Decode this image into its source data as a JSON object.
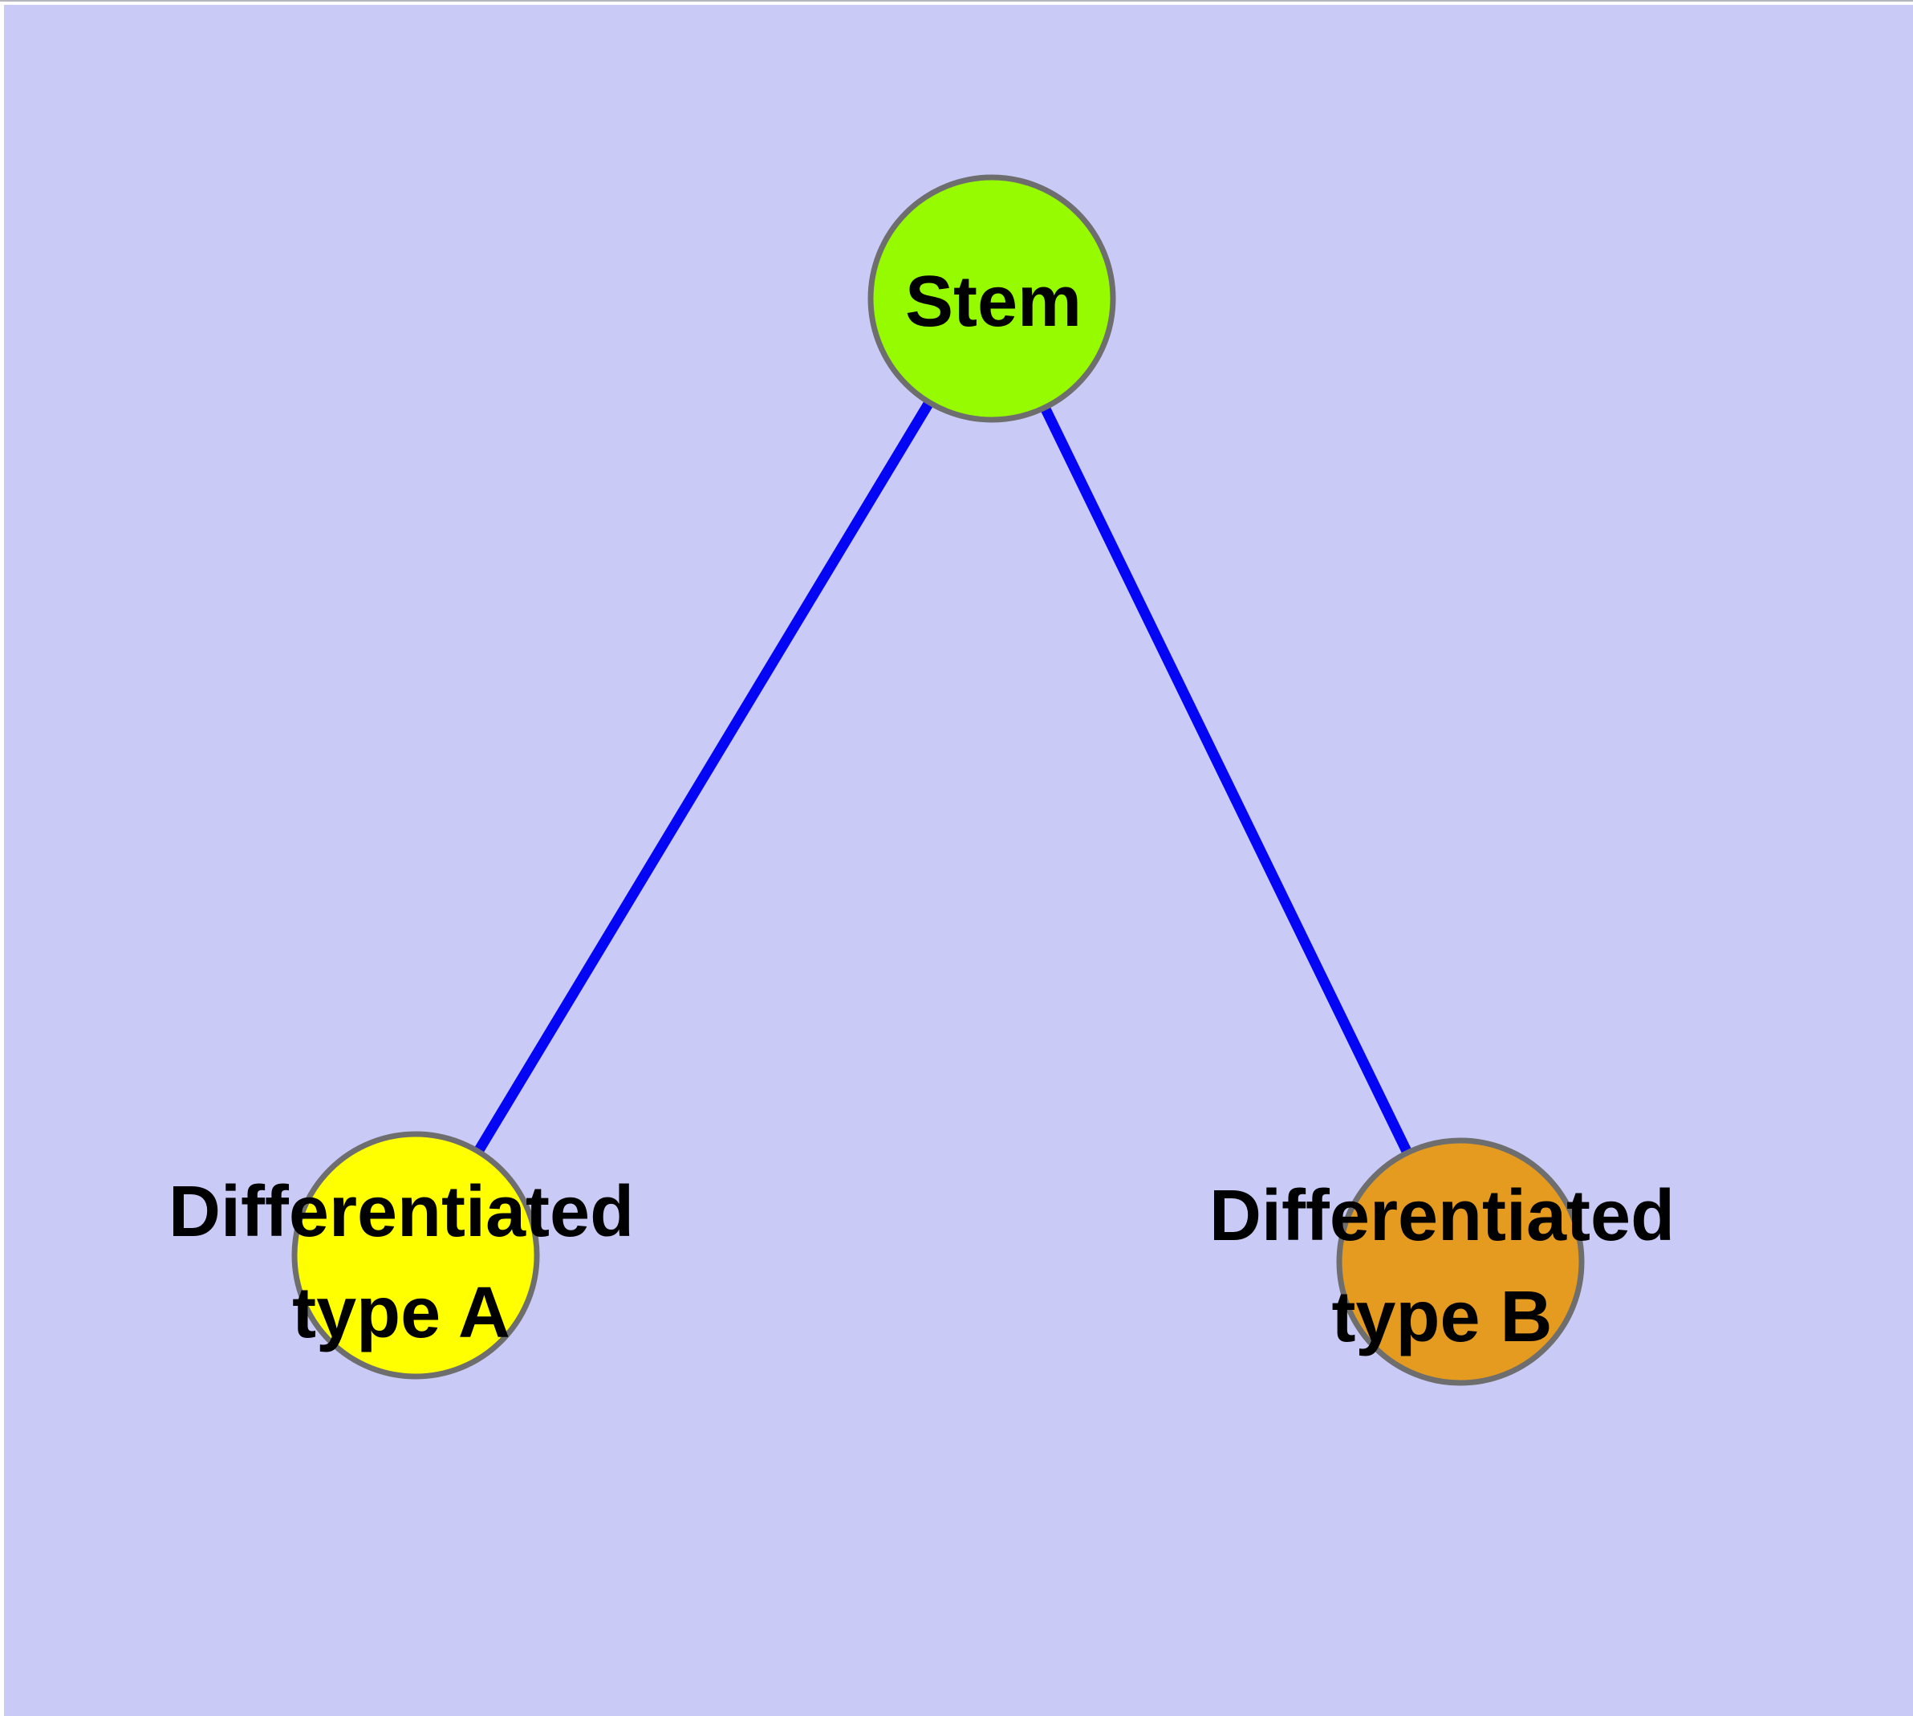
{
  "diagram": {
    "type": "node-link-graph",
    "nodes": [
      {
        "id": "stem",
        "label": "Stem",
        "color": "#97fb00"
      },
      {
        "id": "differentiated-type-a",
        "label": "Differentiated\ntype A",
        "color": "#ffff00"
      },
      {
        "id": "differentiated-type-b",
        "label": "Differentiated\ntype B",
        "color": "#e49b20"
      }
    ],
    "edges": [
      {
        "from": "stem",
        "to": "differentiated-type-a",
        "color": "#0505f5"
      },
      {
        "from": "stem",
        "to": "differentiated-type-b",
        "color": "#0505f5"
      }
    ],
    "colors": {
      "background": "#cacaf6",
      "node_border": "#6e6e6e",
      "edge": "#0505f5",
      "label_text": "#000000"
    }
  }
}
